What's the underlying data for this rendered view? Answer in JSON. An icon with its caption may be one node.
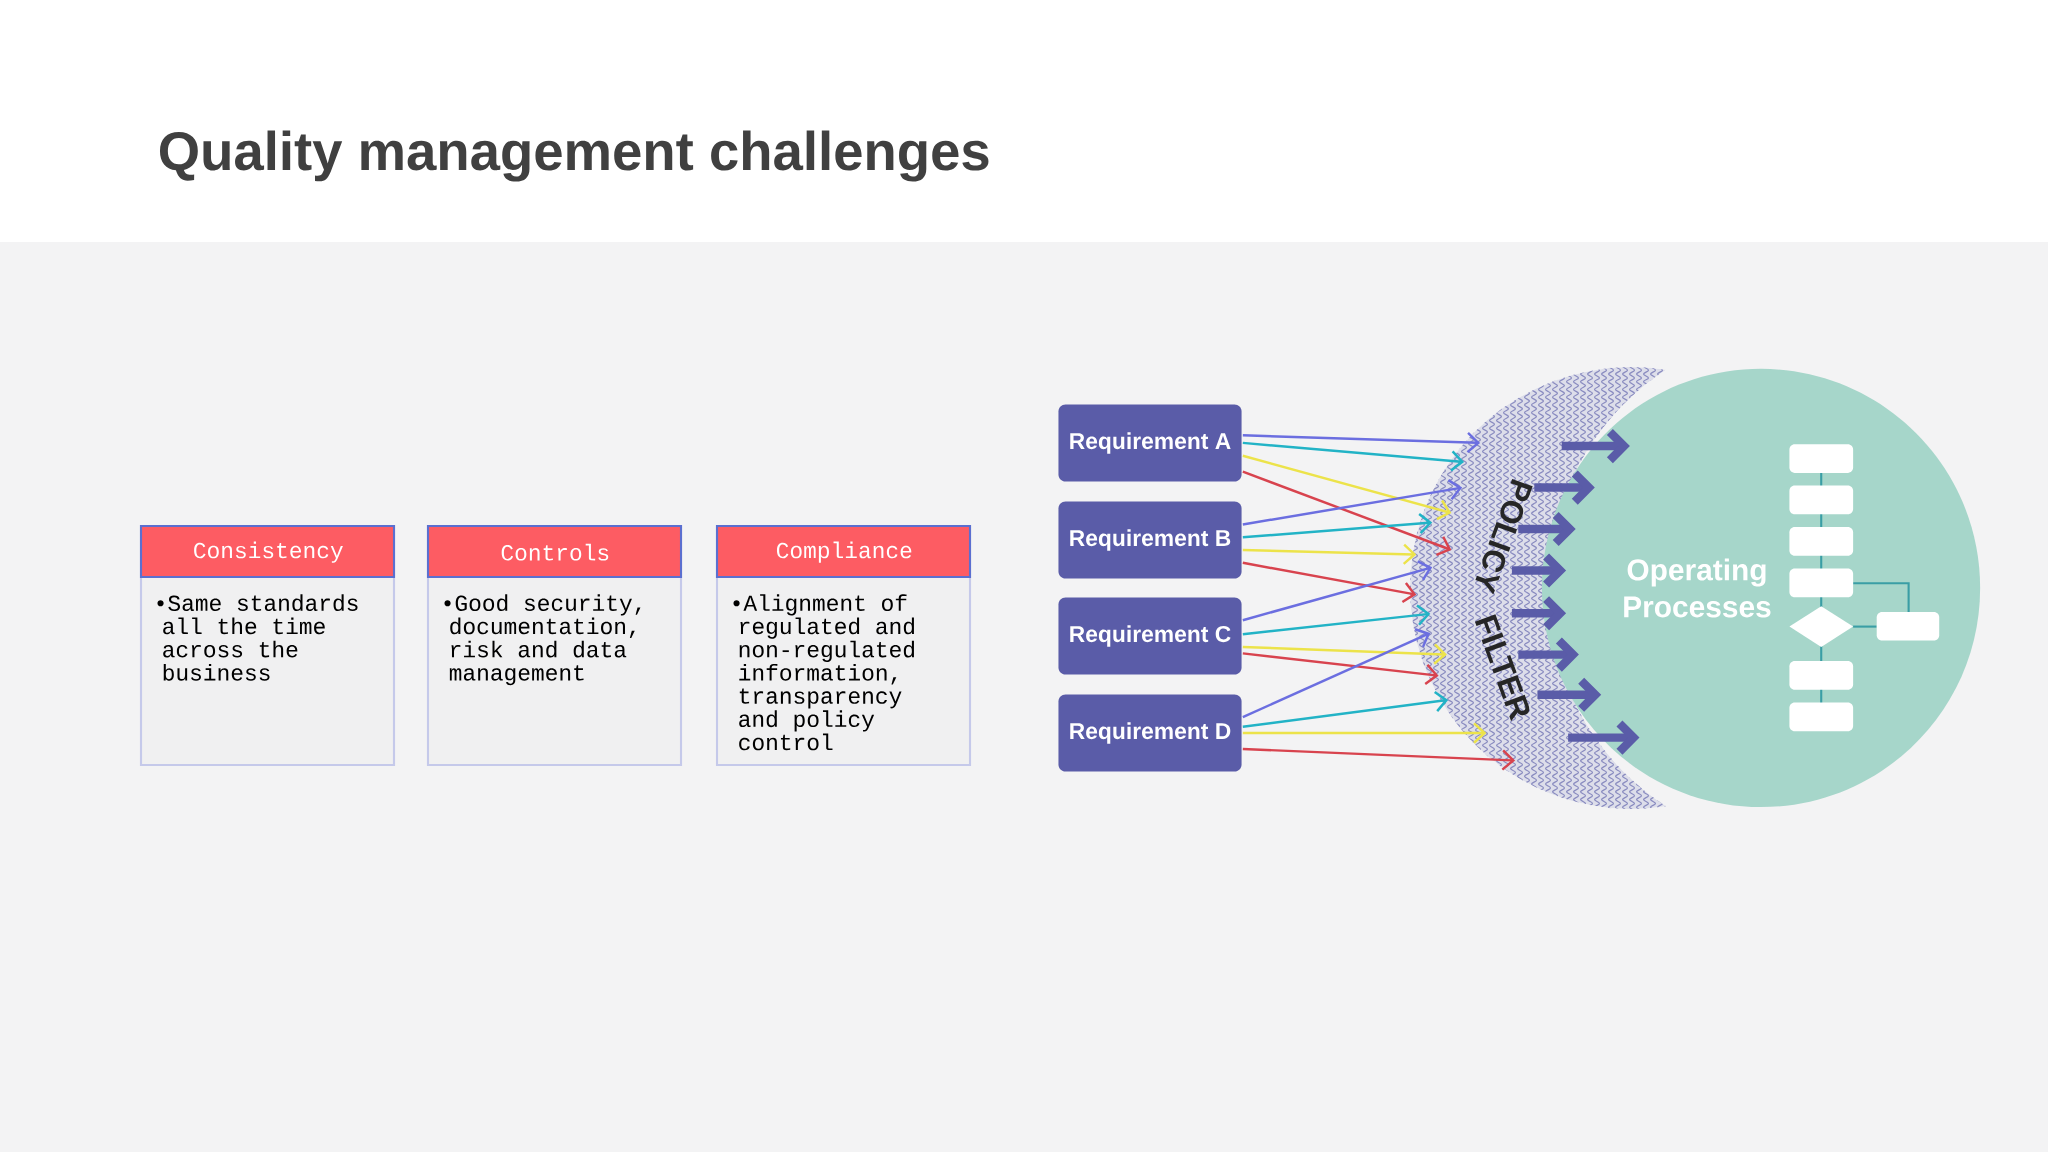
{
  "diagram": {
    "title": "Quality management challenges",
    "nodes": [
      {
        "text": [
          "Consistency",
          "•Same standards all the time across the business"
        ]
      },
      {
        "text": [
          "Controls",
          "•Good security, documentation, risk and data management"
        ]
      },
      {
        "text": [
          "Compliance",
          "•Alignment of regulated and non-regulated information, transparency and policy control"
        ]
      },
      {
        "text": [
          "Requirement A"
        ]
      },
      {
        "text": [
          "Requirement B"
        ]
      },
      {
        "text": [
          "Requirement C"
        ]
      },
      {
        "text": [
          "Requirement D"
        ]
      },
      {
        "text": [
          "POLICY",
          "FILTER"
        ]
      },
      {
        "text": [
          "Operating Processes"
        ]
      }
    ],
    "edges": [
      {
        "from": 3,
        "to": 7,
        "arrow": "to",
        "color": "#6b6ee0"
      },
      {
        "from": 3,
        "to": 7,
        "arrow": "to",
        "color": "#22b3c6"
      },
      {
        "from": 3,
        "to": 7,
        "arrow": "to",
        "color": "#ece34a"
      },
      {
        "from": 3,
        "to": 7,
        "arrow": "to",
        "color": "#d8434e"
      },
      {
        "from": 4,
        "to": 7,
        "arrow": "to",
        "color": "#6b6ee0"
      },
      {
        "from": 4,
        "to": 7,
        "arrow": "to",
        "color": "#22b3c6"
      },
      {
        "from": 4,
        "to": 7,
        "arrow": "to",
        "color": "#ece34a"
      },
      {
        "from": 4,
        "to": 7,
        "arrow": "to",
        "color": "#d8434e"
      },
      {
        "from": 5,
        "to": 7,
        "arrow": "to",
        "color": "#6b6ee0"
      },
      {
        "from": 5,
        "to": 7,
        "arrow": "to",
        "color": "#22b3c6"
      },
      {
        "from": 5,
        "to": 7,
        "arrow": "to",
        "color": "#ece34a"
      },
      {
        "from": 5,
        "to": 7,
        "arrow": "to",
        "color": "#d8434e"
      },
      {
        "from": 6,
        "to": 7,
        "arrow": "to",
        "color": "#6b6ee0"
      },
      {
        "from": 6,
        "to": 7,
        "arrow": "to",
        "color": "#22b3c6"
      },
      {
        "from": 6,
        "to": 7,
        "arrow": "to",
        "color": "#ece34a"
      },
      {
        "from": 6,
        "to": 7,
        "arrow": "to",
        "color": "#d8434e"
      },
      {
        "from": 7,
        "to": 8,
        "arrow": "to",
        "style": "thick",
        "color": "#5a5ca8"
      },
      {
        "from": 7,
        "to": 8,
        "arrow": "to",
        "style": "thick",
        "color": "#5a5ca8"
      },
      {
        "from": 7,
        "to": 8,
        "arrow": "to",
        "style": "thick",
        "color": "#5a5ca8"
      },
      {
        "from": 7,
        "to": 8,
        "arrow": "to",
        "style": "thick",
        "color": "#5a5ca8"
      },
      {
        "from": 7,
        "to": 8,
        "arrow": "to",
        "style": "thick",
        "color": "#5a5ca8"
      },
      {
        "from": 7,
        "to": 8,
        "arrow": "to",
        "style": "thick",
        "color": "#5a5ca8"
      },
      {
        "from": 7,
        "to": 8,
        "arrow": "to",
        "style": "thick",
        "color": "#5a5ca8"
      },
      {
        "from": 7,
        "to": 8,
        "arrow": "to",
        "style": "thick",
        "color": "#5a5ca8"
      }
    ]
  }
}
